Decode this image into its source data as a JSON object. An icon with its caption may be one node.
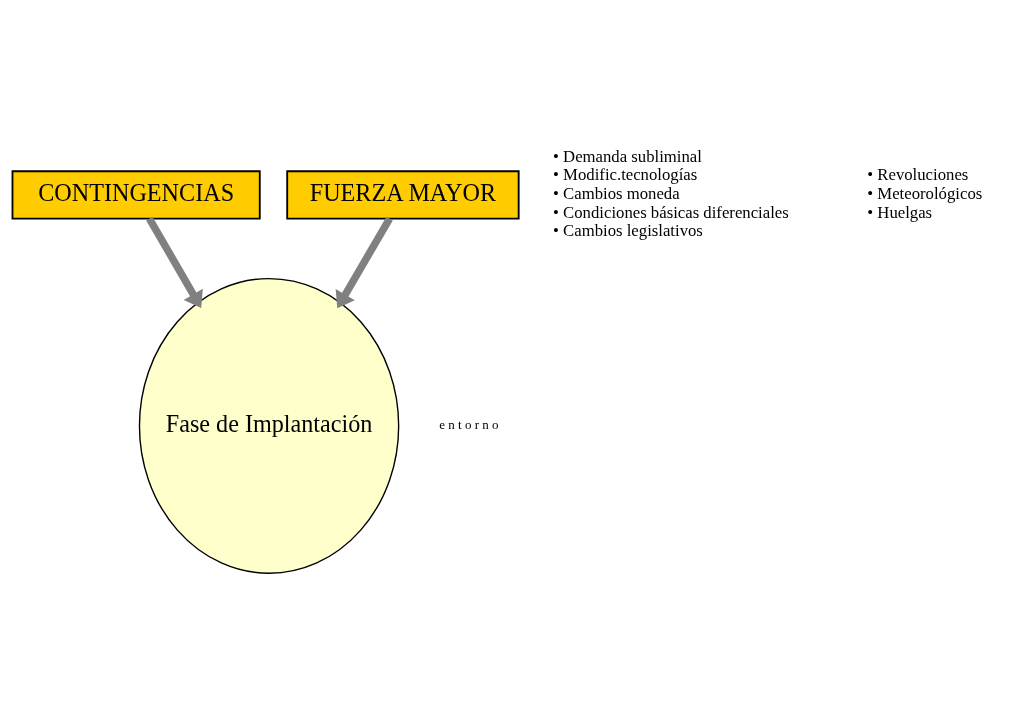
{
  "diagram": {
    "nodes": [
      {
        "text": [
          "CONTINGENCIAS"
        ],
        "beside": [
          "• Demanda subliminal",
          "• Modific.tecnologías",
          "• Cambios moneda",
          "• Condiciones básicas diferenciales",
          "• Cambios legislativos"
        ]
      },
      {
        "text": [
          "Fase de Implantación"
        ]
      },
      {
        "text": [
          "FUERZA MAYOR"
        ],
        "beside": [
          "• Revoluciones",
          "• Meteorológicos",
          "• Huelgas"
        ]
      }
    ],
    "edges": [
      {
        "from": 0,
        "to": 1,
        "arrow": "to"
      },
      {
        "from": 2,
        "to": 1,
        "arrow": "to"
      }
    ],
    "labels": [
      "e n t o r n o"
    ]
  }
}
